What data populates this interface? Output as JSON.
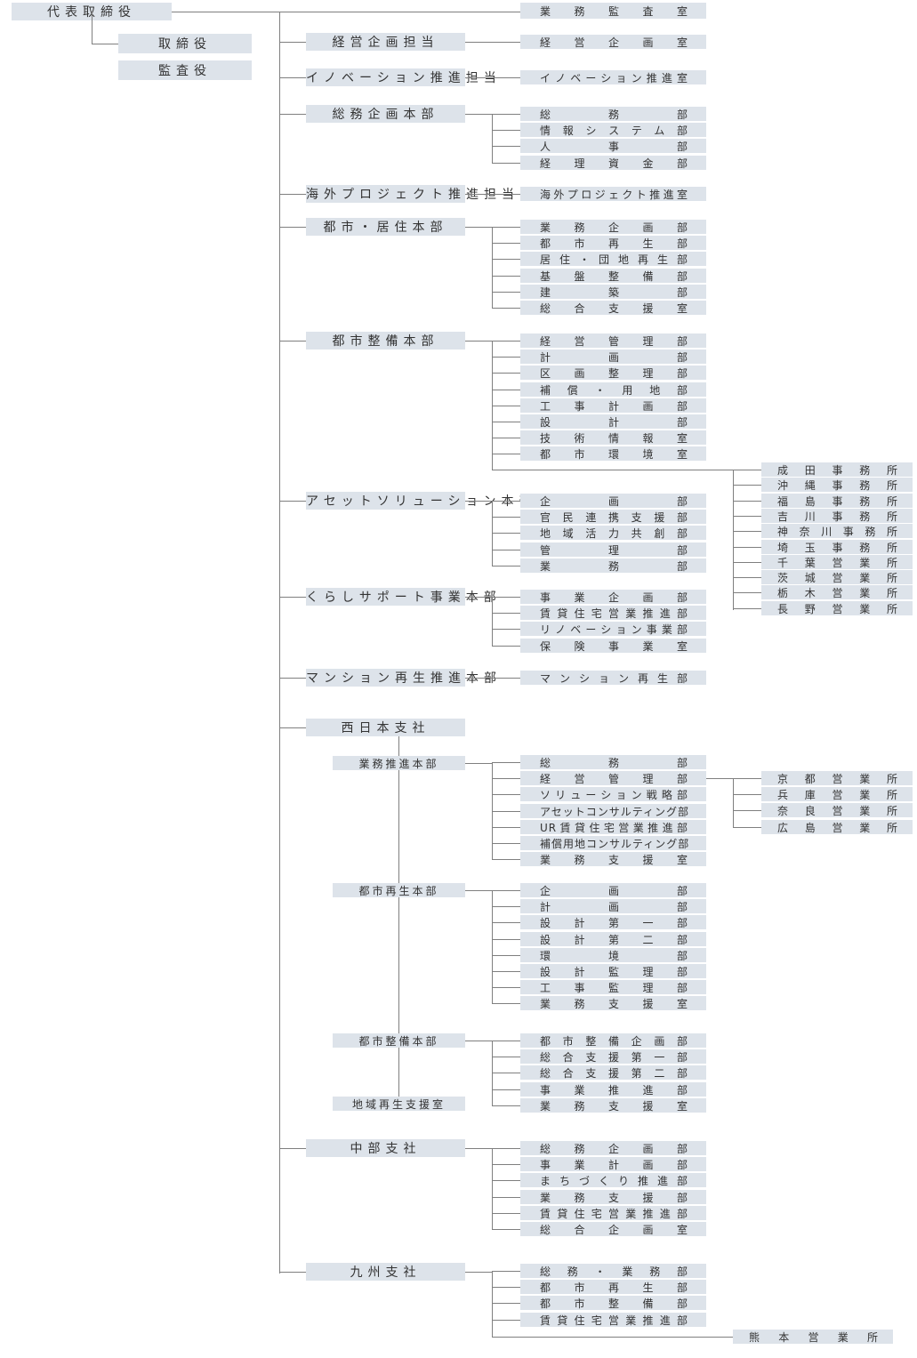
{
  "ceo": "代表取締役",
  "directors": [
    "取締役",
    "監査役"
  ],
  "audit_office": "業務監査室",
  "groups": [
    {
      "name": "経営企画担当",
      "depts": [
        "経営企画室"
      ]
    },
    {
      "name": "イノベーション推進担当",
      "depts": [
        "イノベーション推進室"
      ]
    },
    {
      "name": "総務企画本部",
      "depts": [
        "総務部",
        "情報システム部",
        "人事部",
        "経理資金部"
      ]
    },
    {
      "name": "海外プロジェクト推進担当",
      "depts": [
        "海外プロジェクト推進室"
      ]
    },
    {
      "name": "都市・居住本部",
      "depts": [
        "業務企画部",
        "都市再生部",
        "居住・団地再生部",
        "基盤整備部",
        "建築部",
        "総合支援室"
      ]
    },
    {
      "name": "都市整備本部",
      "depts": [
        "経営管理部",
        "計画部",
        "区画整理部",
        "補償・用地部",
        "工事計画部",
        "設計部",
        "技術情報室",
        "都市環境室"
      ]
    },
    {
      "name": "アセットソリューション本部",
      "depts": [
        "企画部",
        "官民連携支援部",
        "地域活力共創部",
        "管理部",
        "業務部"
      ]
    },
    {
      "name": "くらしサポート事業本部",
      "depts": [
        "事業企画部",
        "賃貸住宅営業推進部",
        "リノベーション事業部",
        "保険事業室"
      ]
    },
    {
      "name": "マンション再生推進本部",
      "depts": [
        "マンション再生部"
      ]
    },
    {
      "name": "西日本支社",
      "depts": []
    },
    {
      "name": "中部支社",
      "depts": [
        "総務企画部",
        "事業計画部",
        "まちづくり推進部",
        "業務支援部",
        "賃貸住宅営業推進部",
        "総合企画室"
      ]
    },
    {
      "name": "九州支社",
      "depts": [
        "総務・業務部",
        "都市再生部",
        "都市整備部",
        "賃貸住宅営業推進部"
      ]
    }
  ],
  "toshi_seibi_offices": [
    "成田事務所",
    "沖縄事務所",
    "福島事務所",
    "吉川事務所",
    "神奈川事務所",
    "埼玉事務所",
    "千葉営業所",
    "茨城営業所",
    "栃木営業所",
    "長野営業所"
  ],
  "west_subs": [
    {
      "name": "業務推進本部",
      "depts": [
        "総務部",
        "経営管理部",
        "ソリューション戦略部",
        "アセットコンサルティング部",
        "UR賃貸住宅営業推進部",
        "補償用地コンサルティング部",
        "業務支援室"
      ]
    },
    {
      "name": "都市再生本部",
      "depts": [
        "企画部",
        "計画部",
        "設計第一部",
        "設計第二部",
        "環境部",
        "設計監理部",
        "工事監理部",
        "業務支援室"
      ]
    },
    {
      "name": "都市整備本部",
      "depts": [
        "都市整備企画部",
        "総合支援第一部",
        "総合支援第二部",
        "事業推進部",
        "業務支援室"
      ]
    }
  ],
  "west_office": "地域再生支援室",
  "west_keiei_offices": [
    "京都営業所",
    "兵庫営業所",
    "奈良営業所",
    "広島営業所"
  ],
  "kyushu_office": "熊本営業所"
}
